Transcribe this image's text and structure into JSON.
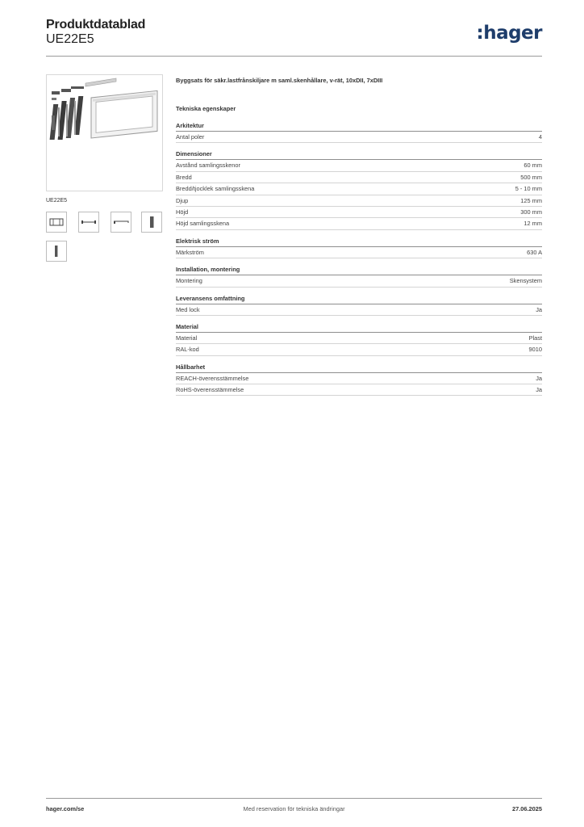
{
  "header": {
    "title": "Produktdatablad",
    "code": "UE22E5",
    "logo": ":hager"
  },
  "image": {
    "caption": "UE22E5"
  },
  "product": {
    "description": "Byggsats för säkr.lastfrånskiljare m saml.skenhållare, v-rät, 10xDII, 7xDIII",
    "tech_heading": "Tekniska egenskaper"
  },
  "sections": [
    {
      "title": "Arkitektur",
      "rows": [
        {
          "label": "Antal poler",
          "value": "4"
        }
      ]
    },
    {
      "title": "Dimensioner",
      "rows": [
        {
          "label": "Avstånd samlingsskenor",
          "value": "60 mm"
        },
        {
          "label": "Bredd",
          "value": "500 mm"
        },
        {
          "label": "Bredd/tjocklek samlingsskena",
          "value": "5 - 10 mm"
        },
        {
          "label": "Djup",
          "value": "125 mm"
        },
        {
          "label": "Höjd",
          "value": "300 mm"
        },
        {
          "label": "Höjd samlingsskena",
          "value": "12 mm"
        }
      ]
    },
    {
      "title": "Elektrisk ström",
      "rows": [
        {
          "label": "Märkström",
          "value": "630 A"
        }
      ]
    },
    {
      "title": "Installation, montering",
      "rows": [
        {
          "label": "Montering",
          "value": "Skensystem"
        }
      ]
    },
    {
      "title": "Leveransens omfattning",
      "rows": [
        {
          "label": "Med lock",
          "value": "Ja"
        }
      ]
    },
    {
      "title": "Material",
      "rows": [
        {
          "label": "Material",
          "value": "Plast"
        },
        {
          "label": "RAL-kod",
          "value": "9010"
        }
      ]
    },
    {
      "title": "Hållbarhet",
      "rows": [
        {
          "label": "REACH-överensstämmelse",
          "value": "Ja"
        },
        {
          "label": "RoHS-överensstämmelse",
          "value": "Ja"
        }
      ]
    }
  ],
  "footer": {
    "left": "hager.com/se",
    "center": "Med reservation för tekniska ändringar",
    "right": "27.06.2025"
  },
  "colors": {
    "brand": "#1e3d6b",
    "text": "#333333",
    "rule": "#9a9a9a"
  }
}
